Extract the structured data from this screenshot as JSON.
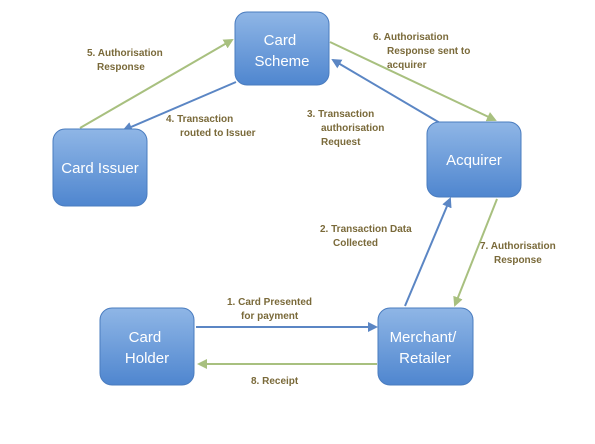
{
  "colors": {
    "node_fill_top": "#8fb6e6",
    "node_fill_bottom": "#4f86cf",
    "node_stroke": "#4a7cbf",
    "node_text": "#ffffff",
    "request_arrow": "#5b86c4",
    "response_arrow": "#a8c07f",
    "label_text": "#7a6a3a"
  },
  "nodes": {
    "card_scheme": [
      "Card",
      "Scheme"
    ],
    "card_issuer": [
      "Card Issuer"
    ],
    "acquirer": [
      "Acquirer"
    ],
    "card_holder": [
      "Card",
      "Holder"
    ],
    "merchant": [
      "Merchant/",
      "Retailer"
    ]
  },
  "steps": {
    "s1": [
      "1.  Card Presented",
      "for payment"
    ],
    "s2": [
      "2.  Transaction Data",
      "Collected"
    ],
    "s3": [
      "3.  Transaction",
      "authorisation",
      "Request"
    ],
    "s4": [
      "4.  Transaction",
      "routed to Issuer"
    ],
    "s5": [
      "5. Authorisation",
      "Response"
    ],
    "s6": [
      "6.  Authorisation",
      "Response sent to",
      "acquirer"
    ],
    "s7": [
      "7.  Authorisation",
      "Response"
    ],
    "s8": [
      "8.  Receipt"
    ]
  }
}
